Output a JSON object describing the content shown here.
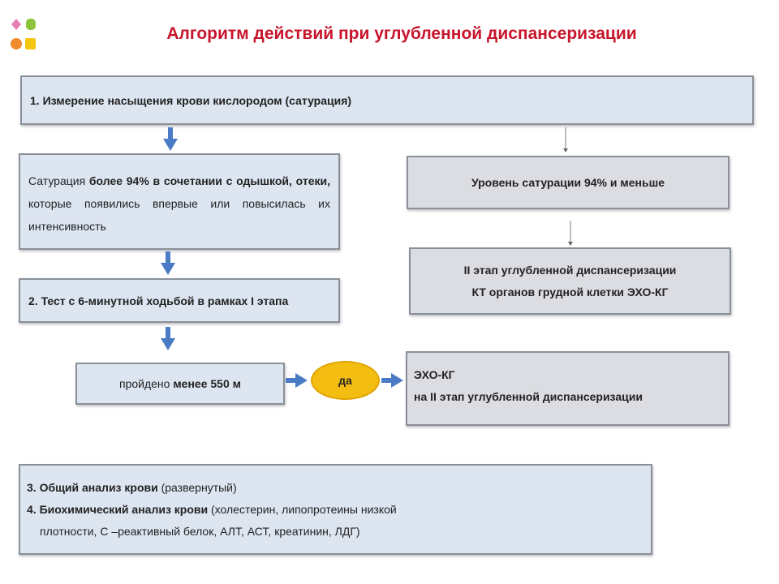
{
  "title": "Алгоритм действий при углубленной диспансеризации",
  "colors": {
    "title": "#c8152c",
    "arrow": "#4a7bc4",
    "oval": "#f4bd12",
    "box_blue": "#dde5f1",
    "box_gray": "#dcdde2"
  },
  "step1": "1. Измерение насыщения крови кислородом (сатурация)",
  "saturation_high": {
    "p1": "Сатурация ",
    "p2": "более 94% в сочетании с одышкой,",
    "p3": "отеки,",
    "p4": " которые появились впервые или повысилась их интенсивность"
  },
  "step2": "2. Тест с 6-минутной ходьбой  в рамках I этапа",
  "walk": {
    "p1": "пройдено ",
    "p2": "менее 550 м"
  },
  "decision": "да",
  "echo": {
    "line1": "ЭХО-КГ",
    "line2": "на II этап углубленной диспансеризации"
  },
  "saturation_low": "Уровень сатурации 94% и меньше",
  "stage2": {
    "line1": "II этап углубленной диспансеризации",
    "line2": "КТ органов грудной клетки ЭХО-КГ"
  },
  "tests": {
    "t3_bold": "3. Общий анализ крови",
    "t3_rest": " (развернутый)",
    "t4_bold": "4. Биохимический  анализ крови",
    "t4_rest": " (холестерин, липопротеины низкой",
    "t4_line2": "плотности, С –реактивный белок, АЛТ, АСТ, креатинин, ЛДГ)"
  }
}
